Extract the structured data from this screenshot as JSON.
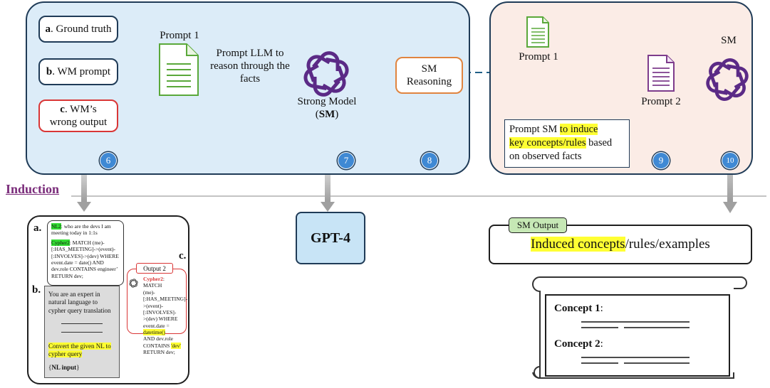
{
  "inputs": {
    "a_letter": "a",
    "a_text": ". Ground truth",
    "b_letter": "b",
    "b_text": ". WM prompt",
    "c_letter": "c",
    "c_text1": ". WM’s",
    "c_text2": "wrong output"
  },
  "prompt1_label": "Prompt 1",
  "reason_text": [
    "Prompt LLM to",
    "reason through the",
    "facts"
  ],
  "strong_model": {
    "line1": "Strong Model",
    "line2_open": "(",
    "line2_bold": "SM",
    "line2_close": ")"
  },
  "sm_reasoning": [
    "SM",
    "Reasoning"
  ],
  "right_panel": {
    "prompt1_label": "Prompt 1",
    "prompt2_label": "Prompt 2",
    "sm_label": "SM",
    "induce": {
      "l1_pre": "Prompt SM ",
      "l1_hl": "to induce",
      "l2_hl": "key concepts/rules",
      "l2_post": " based",
      "l3": "on observed facts"
    }
  },
  "step_numbers": [
    "6",
    "7",
    "8",
    "9",
    "10"
  ],
  "induction_label": "Induction",
  "gpt4_label": "GPT-4",
  "example_panel": {
    "a_label": "a.",
    "b_label": "b.",
    "c_label": "c.",
    "nl2_tag": "NL2",
    "nl2_text": ": who are the devs I am meeting today in 1:1s",
    "cypher_tag": "Cypher2",
    "cypher_text": ": MATCH (me)-[:HAS_MEETING]->(event)-[:INVOLVES]->(dev) WHERE event.date = date() AND dev.role CONTAINS engineer’ RETURN dev;",
    "prompt_lines": [
      "You are an expert in",
      "natural language to",
      "cypher query translation"
    ],
    "convert_text": "Convert the given NL to cypher query",
    "nl_input_open": "{",
    "nl_input_bold": "NL input",
    "nl_input_close": "}",
    "output2_label": "Output 2",
    "out_tag": "Cypher2",
    "out_l1": ": MATCH",
    "out_l2": "(me)-",
    "out_l3": "[:HAS_MEETING]-",
    "out_l4": ">(event)-[:INVOLVES]-",
    "out_l5": ">(dev) WHERE",
    "out_l6_pre": "event.date = ",
    "out_l6_hl": "datetime()",
    "out_l7": "AND dev.role",
    "out_l8_pre": "CONTAINS ",
    "out_l8_hl": "'dev'",
    "out_l9": "RETURN dev;"
  },
  "sm_output": {
    "tag": "SM Output",
    "hl": "Induced concepts",
    "rest": "/rules/examples"
  },
  "concepts": [
    {
      "bold": "Concept 1",
      "colon": ":"
    },
    {
      "bold": "Concept 2",
      "colon": ":"
    }
  ],
  "colors": {
    "left_panel": "#dcecf8",
    "right_panel": "#fbece6",
    "arrow": "#1f5f86",
    "step_circle": "#3f89d4",
    "highlight": "#ffff33",
    "doc_green": "#5aa83a",
    "doc_purple": "#7d3c8c",
    "induction": "#7a2c7a"
  }
}
